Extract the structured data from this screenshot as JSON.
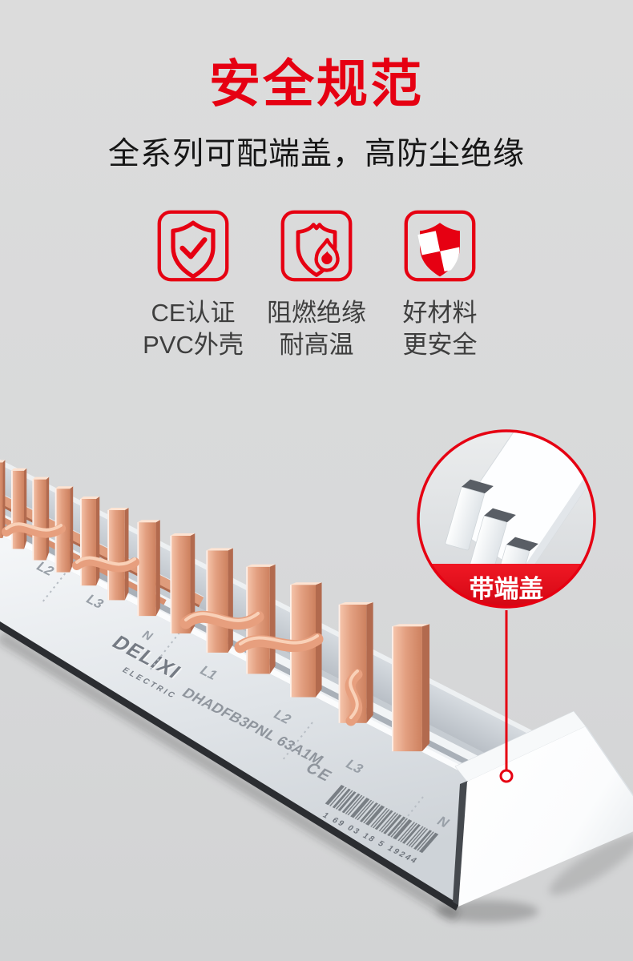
{
  "header": {
    "title": "安全规范",
    "subtitle": "全系列可配端盖，高防尘绝缘"
  },
  "features": [
    {
      "icon": "shield-check-icon",
      "line1": "CE认证",
      "line2": "PVC外壳"
    },
    {
      "icon": "shield-flame-icon",
      "line1": "阻燃绝缘",
      "line2": "耐高温"
    },
    {
      "icon": "shield-checker-icon",
      "line1": "好材料",
      "line2": "更安全"
    }
  ],
  "callout": {
    "label": "带端盖"
  },
  "product": {
    "brand": "DELIXI",
    "brand_sub": "ELECTRIC",
    "model": "DHADFB3PNL 63A1M",
    "ce_mark": "CE",
    "phase_labels": [
      "L2",
      "L3",
      "N",
      "L1",
      "L2",
      "L3",
      "N"
    ],
    "barcode_number": "1 69 03 18 5 19244"
  },
  "colors": {
    "accent": "#e60012",
    "caption_gray": "#3e3e3e",
    "copper": "#d98e6e",
    "background": "#d9dadb"
  }
}
